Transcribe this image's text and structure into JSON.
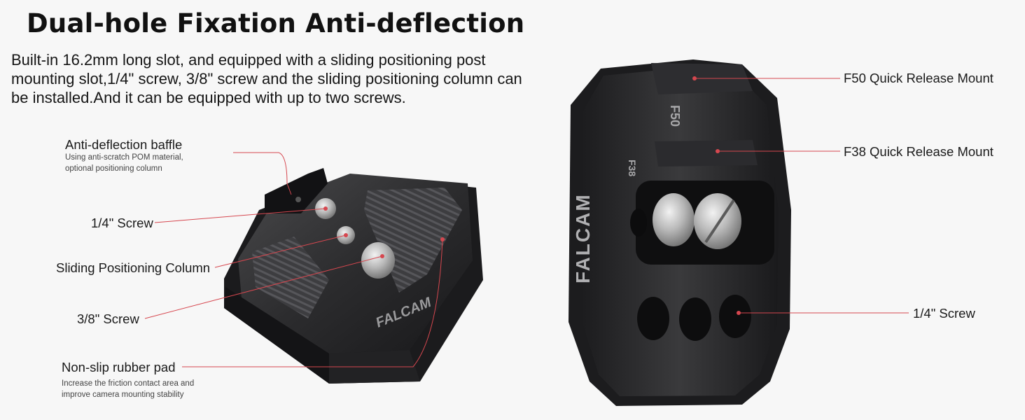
{
  "heading": "Dual-hole Fixation Anti-deflection",
  "description": "Built-in 16.2mm long slot, and equipped with a sliding positioning post mounting slot,1/4\" screw, 3/8\" screw and the sliding positioning column can be installed.And it can be equipped with up to two screws.",
  "brand_engraving": "FALCAM",
  "plate_markings": {
    "f50": "F50",
    "f38": "F38"
  },
  "left_callouts": {
    "baffle": {
      "title": "Anti-deflection baffle",
      "sub1": "Using anti-scratch POM material,",
      "sub2": "optional positioning column"
    },
    "quarter_screw": "1/4\" Screw",
    "sliding_column": "Sliding Positioning Column",
    "three_eighths_screw": "3/8\" Screw",
    "rubber_pad": {
      "title": "Non-slip rubber pad",
      "sub1": "Increase the friction contact area and",
      "sub2": "improve camera mounting stability"
    }
  },
  "right_callouts": {
    "f50": "F50 Quick Release Mount",
    "f38": "F38 Quick Release Mount",
    "quarter_screw": "1/4\" Screw"
  },
  "colors": {
    "accent_line": "#d6474f",
    "product_body": "#2a2a2c",
    "background": "#f7f7f7"
  }
}
